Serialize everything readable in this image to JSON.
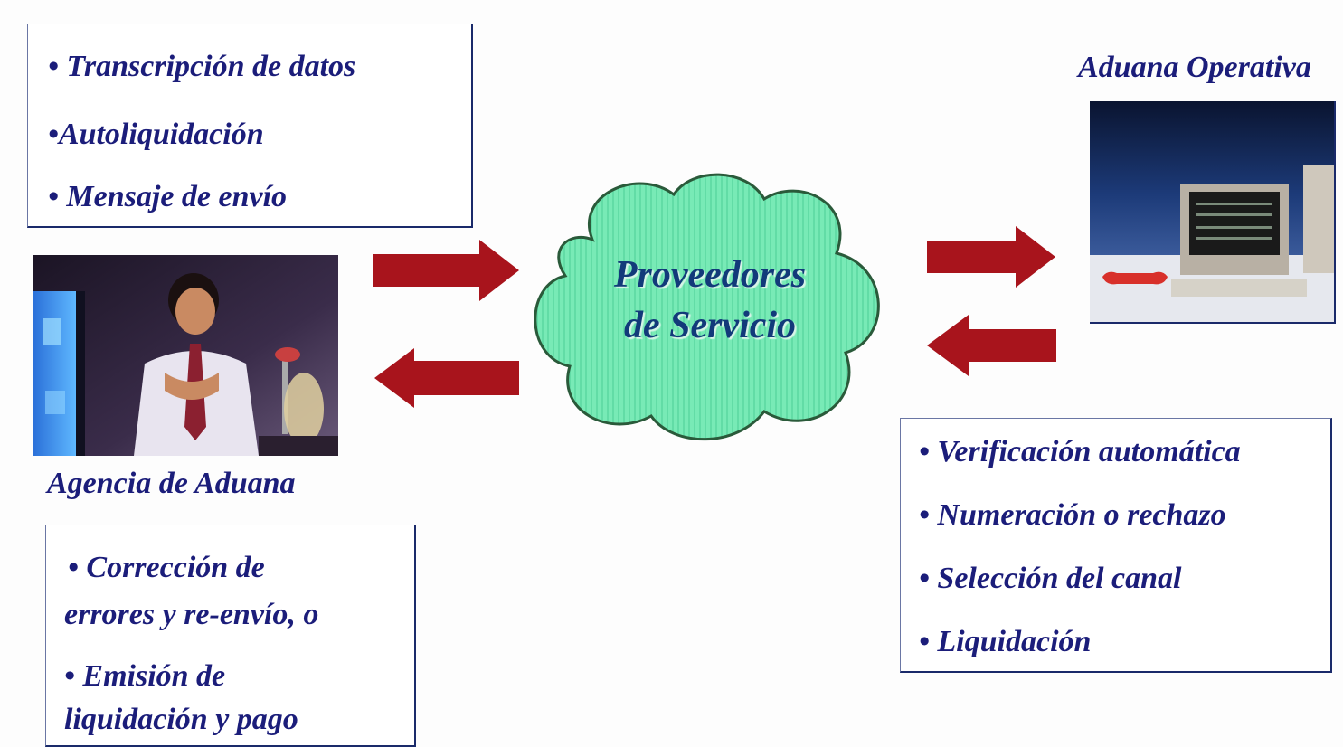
{
  "cloud": {
    "line1": "Proveedores",
    "line2": "de Servicio"
  },
  "top_left_box": {
    "items": [
      "• Transcripción de datos",
      "•Autoliquidación",
      "• Mensaje de envío"
    ]
  },
  "agency": {
    "label": "Agencia de Aduana"
  },
  "bottom_left_box": {
    "items": [
      "• Corrección de",
      "errores y re-envío, o",
      "• Emisión de",
      "liquidación y pago"
    ]
  },
  "customs": {
    "label": "Aduana Operativa"
  },
  "right_box": {
    "items": [
      "• Verificación automática",
      "• Numeración o rechazo",
      "• Selección del canal",
      "• Liquidación"
    ]
  },
  "colors": {
    "text": "#1b1d7a",
    "arrow": "#a8141c",
    "cloud_fill": "#6fe8b0",
    "border": "#1a2a6a"
  }
}
